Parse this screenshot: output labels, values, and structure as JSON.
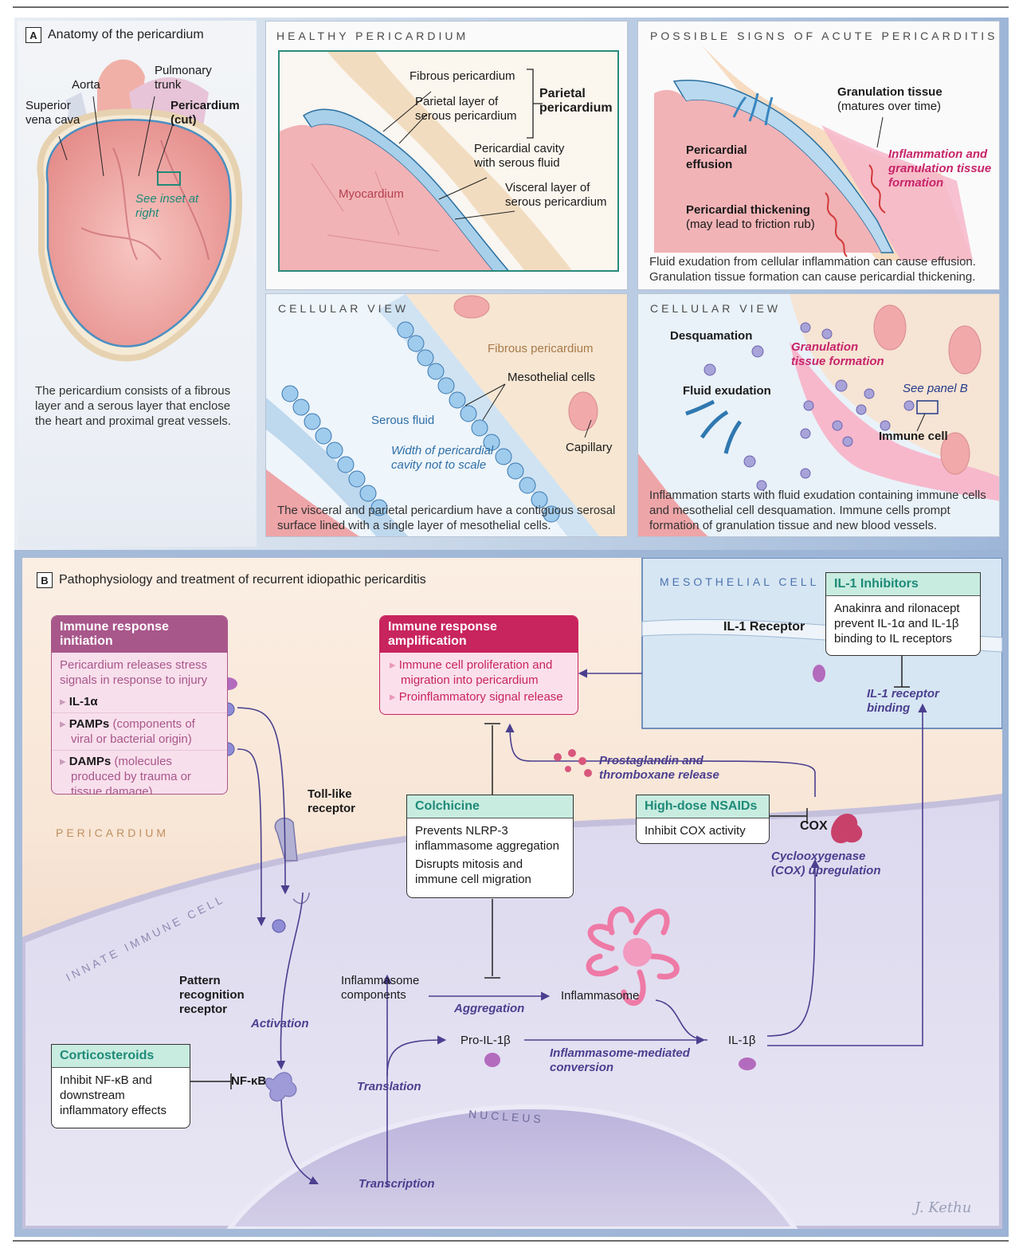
{
  "panel_a": {
    "letter": "A",
    "title": "Anatomy of the pericardium",
    "anatomy_labels": {
      "aorta": "Aorta",
      "pulmonary_trunk": "Pulmonary trunk",
      "superior_vena_cava": "Superior vena cava",
      "pericardium_cut": "Pericardium (cut)",
      "see_inset": "See inset at right"
    },
    "caption": "The pericardium consists of a fibrous layer and a serous layer that enclose the heart and proximal great vessels.",
    "healthy": {
      "heading": "HEALTHY PERICARDIUM",
      "fibrous": "Fibrous pericardium",
      "parietal_layer": "Parietal layer of serous pericardium",
      "parietal_pericardium": "Parietal pericardium",
      "cavity": "Pericardial cavity with serous fluid",
      "visceral": "Visceral layer of serous pericardium",
      "myocardium": "Myocardium"
    },
    "healthy_cellular": {
      "heading": "CELLULAR VIEW",
      "fibrous": "Fibrous pericardium",
      "mesothelial": "Mesothelial cells",
      "serous_fluid": "Serous fluid",
      "not_to_scale": "Width of pericardial cavity not to scale",
      "capillary": "Capillary",
      "caption": "The visceral and parietal pericardium have a contiguous serosal surface lined with a single layer of mesothelial cells."
    },
    "acute": {
      "heading": "POSSIBLE SIGNS OF ACUTE PERICARDITIS",
      "granulation": "Granulation tissue",
      "matures": "(matures over time)",
      "effusion": "Pericardial effusion",
      "inflammation": "Inflammation and granulation tissue formation",
      "thickening": "Pericardial thickening",
      "friction": "(may lead to friction rub)",
      "caption": "Fluid exudation from cellular inflammation can cause effusion. Granulation tissue formation can cause pericardial thickening."
    },
    "acute_cellular": {
      "heading": "CELLULAR VIEW",
      "desquamation": "Desquamation",
      "granulation": "Granulation tissue formation",
      "fluid_exudation": "Fluid exudation",
      "see_panel_b": "See panel B",
      "immune_cell": "Immune cell",
      "caption": "Inflammation starts with fluid exudation containing immune cells and mesothelial cell desquamation. Immune cells prompt formation of granulation tissue and new blood vessels."
    }
  },
  "panel_b": {
    "letter": "B",
    "title": "Pathophysiology and treatment of recurrent idiopathic pericarditis",
    "initiation": {
      "title": "Immune response initiation",
      "intro": "Pericardium releases stress signals in response to injury",
      "items": [
        {
          "term": "IL-1α",
          "desc": ""
        },
        {
          "term": "PAMPs",
          "desc": "(components of viral or bacterial origin)"
        },
        {
          "term": "DAMPs",
          "desc": "(molecules produced by trauma or tissue damage)"
        }
      ]
    },
    "amplification": {
      "title": "Immune response amplification",
      "items": [
        "Immune cell proliferation and migration into pericardium",
        "Proinflammatory signal release"
      ]
    },
    "mesothelial": {
      "heading": "MESOTHELIAL CELL",
      "receptor": "IL-1 Receptor",
      "binding": "IL-1 receptor binding"
    },
    "drugs": {
      "il1": {
        "title": "IL-1 Inhibitors",
        "body": "Anakinra and rilonacept prevent IL-1α and IL-1β binding to IL receptors"
      },
      "colchicine": {
        "title": "Colchicine",
        "body1": "Prevents NLRP-3 inflammasome aggregation",
        "body2": "Disrupts mitosis and immune cell migration"
      },
      "nsaids": {
        "title": "High-dose NSAIDs",
        "body": "Inhibit COX activity"
      },
      "corticosteroids": {
        "title": "Corticosteroids",
        "body": "Inhibit NF-κB and downstream inflammatory effects"
      }
    },
    "labels": {
      "pericardium": "PERICARDIUM",
      "innate": "INNATE IMMUNE CELL",
      "nucleus": "NUCLEUS",
      "toll": "Toll-like receptor",
      "prr": "Pattern recognition receptor",
      "activation": "Activation",
      "nfkb": "NF-κB",
      "infl_components": "Inflammasome components",
      "aggregation": "Aggregation",
      "inflammasome": "Inflammasome",
      "pro_il1b": "Pro-IL-1β",
      "conversion": "Inflammasome-mediated conversion",
      "il1b": "IL-1β",
      "translation": "Translation",
      "transcription": "Transcription",
      "prostaglandin": "Prostaglandin and thromboxane release",
      "cox": "COX",
      "cox_up": "Cyclooxygenase (COX) upregulation"
    },
    "signature": "J. Kethu"
  }
}
